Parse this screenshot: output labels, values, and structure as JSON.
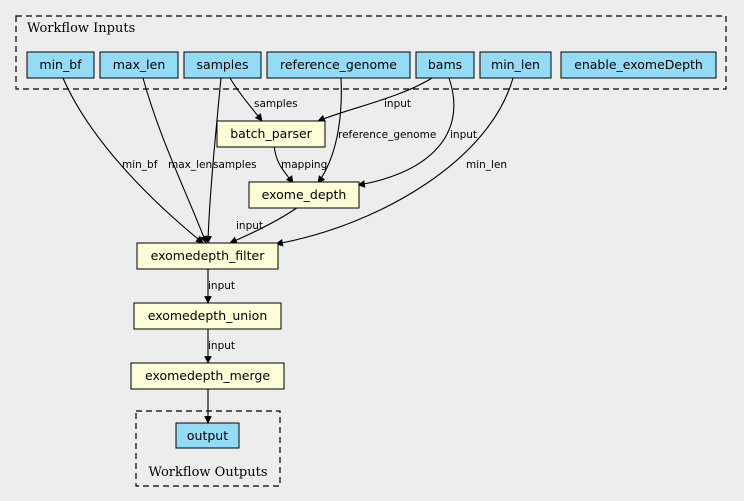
{
  "clusters": {
    "inputs_title": "Workflow Inputs",
    "outputs_title": "Workflow Outputs"
  },
  "inputs": {
    "min_bf": "min_bf",
    "max_len": "max_len",
    "samples": "samples",
    "reference_genome": "reference_genome",
    "bams": "bams",
    "min_len": "min_len",
    "enable_exomeDepth": "enable_exomeDepth"
  },
  "steps": {
    "batch_parser": "batch_parser",
    "exome_depth": "exome_depth",
    "exomedepth_filter": "exomedepth_filter",
    "exomedepth_union": "exomedepth_union",
    "exomedepth_merge": "exomedepth_merge"
  },
  "outputs": {
    "output": "output"
  },
  "edge_labels": {
    "samples_to_batch": "samples",
    "bams_to_batch": "input",
    "ref_to_exome": "reference_genome",
    "bams_to_exome": "input",
    "batch_to_exome": "mapping",
    "minbf_to_filter": "min_bf",
    "maxlen_to_filter": "max_len",
    "samples_to_filter": "samples",
    "minlen_to_filter": "min_len",
    "exome_to_filter": "input",
    "filter_to_union": "input",
    "union_to_merge": "input"
  },
  "colors": {
    "background": "#ededed",
    "input_node_fill": "#94dcf5",
    "step_node_fill": "#fdfdd8"
  }
}
